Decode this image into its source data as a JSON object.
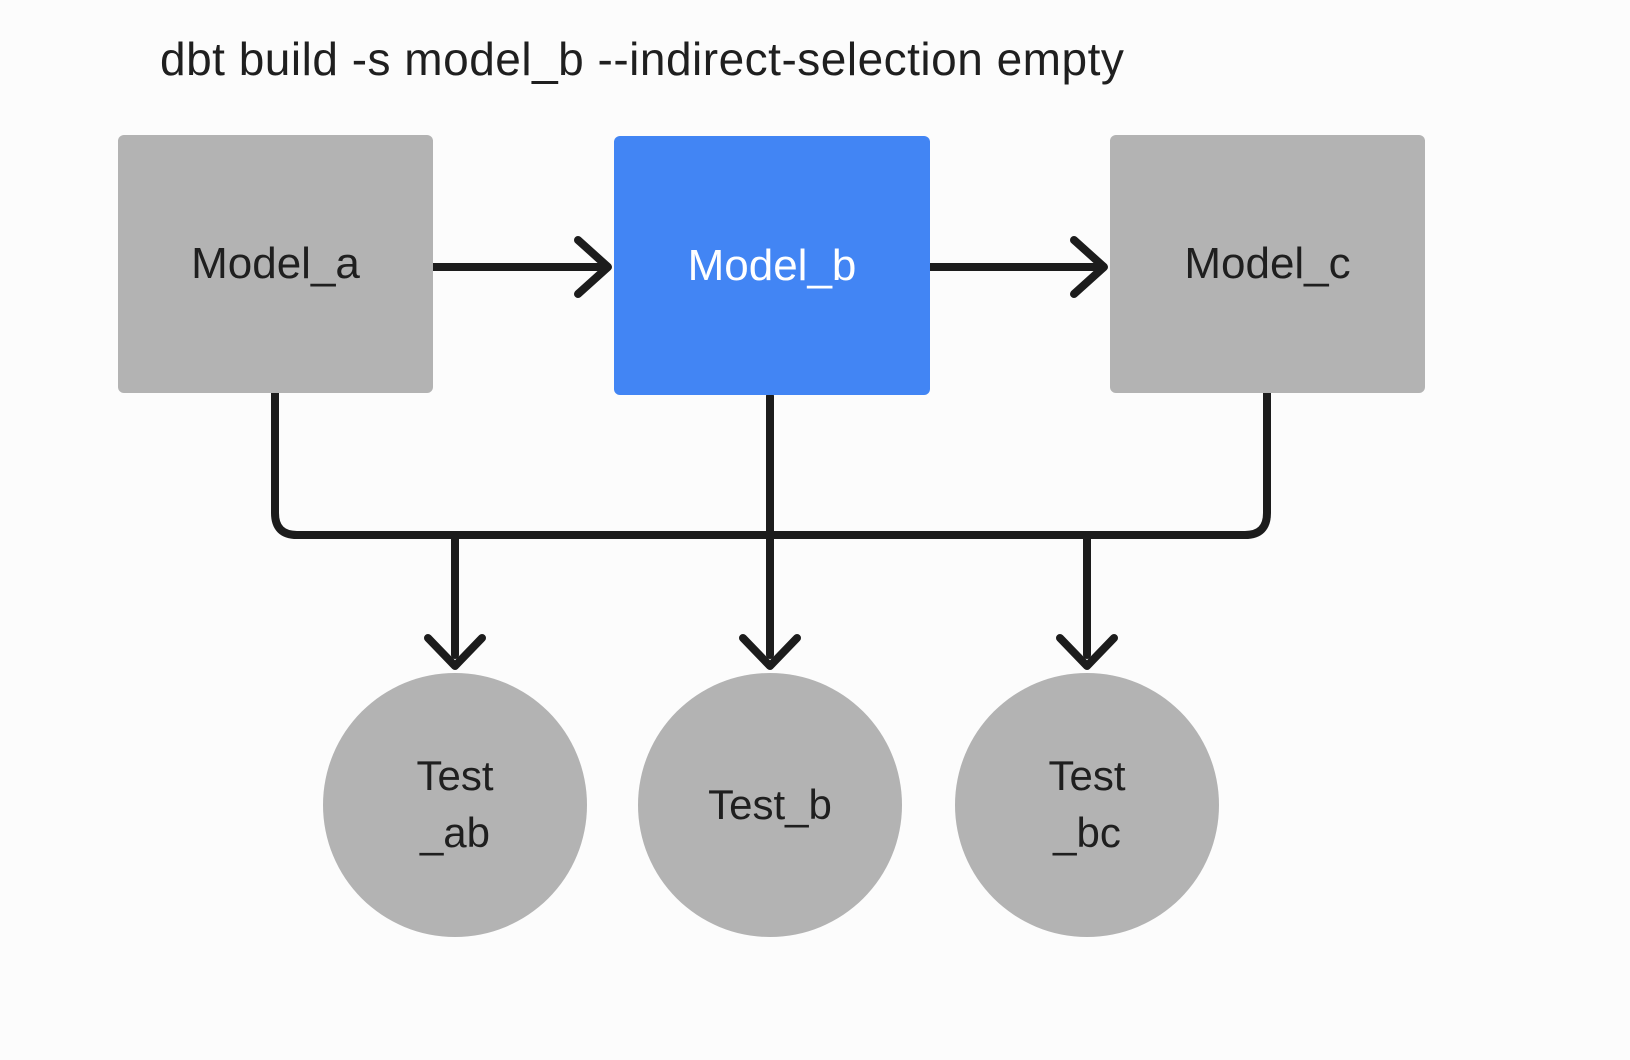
{
  "diagram": {
    "title": "dbt build -s model_b --indirect-selection empty",
    "colors": {
      "node_gray": "#b3b3b3",
      "node_blue": "#4285f4",
      "line": "#1c1c1c",
      "text_dark": "#1f1f1f",
      "text_light": "#ffffff",
      "background": "#fcfcfc"
    },
    "models": [
      {
        "id": "model_a",
        "label": "Model_a",
        "highlighted": false
      },
      {
        "id": "model_b",
        "label": "Model_b",
        "highlighted": true
      },
      {
        "id": "model_c",
        "label": "Model_c",
        "highlighted": false
      }
    ],
    "tests": [
      {
        "id": "test_ab",
        "line1": "Test",
        "line2": "_ab"
      },
      {
        "id": "test_b",
        "line1": "Test_b"
      },
      {
        "id": "test_bc",
        "line1": "Test",
        "line2": "_bc"
      }
    ],
    "edges": [
      {
        "from": "model_a",
        "to": "model_b"
      },
      {
        "from": "model_b",
        "to": "model_c"
      },
      {
        "from": "model_a",
        "to": "test_ab"
      },
      {
        "from": "model_b",
        "to": "test_ab"
      },
      {
        "from": "model_b",
        "to": "test_b"
      },
      {
        "from": "model_b",
        "to": "test_bc"
      },
      {
        "from": "model_c",
        "to": "test_bc"
      }
    ]
  }
}
